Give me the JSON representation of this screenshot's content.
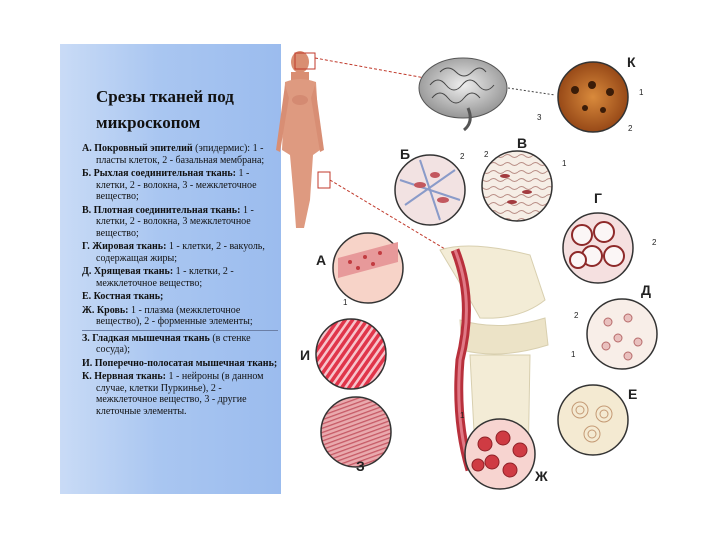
{
  "title": "Срезы тканей под микроскопом",
  "legend": [
    {
      "key": "А. Покровный эпителий",
      "desc": "(эпидермис): 1 - пласты клеток, 2 - базальная мембрана;"
    },
    {
      "key": "Б. Рыхлая соединительная ткань:",
      "desc": "1 - клетки, 2 - волокна, 3 - межклеточное вещество;"
    },
    {
      "key": "В. Плотная соединительная ткань:",
      "desc": "1 - клетки, 2 - волокна, 3 межклеточное вещество;"
    },
    {
      "key": "Г. Жировая ткань:",
      "desc": "1 - клетки, 2 - вакуоль, содержащая жиры;"
    },
    {
      "key": "Д. Хрящевая ткань:",
      "desc": "1 - клетки, 2 - межклеточное вещество;"
    },
    {
      "key": "Е. Костная ткань;",
      "desc": ""
    },
    {
      "key": "Ж. Кровь:",
      "desc": "1 - плазма (межклеточное вещество), 2 - форменные элементы;"
    },
    {
      "key": "З. Гладкая мышечная ткань",
      "desc": "(в стенке сосуда);"
    },
    {
      "key": "И. Поперечно-полосатая мышечная ткань;",
      "desc": ""
    },
    {
      "key": "К. Нервная ткань:",
      "desc": "1 - нейроны (в данном случае, клетки Пуркинье), 2 - межклеточное вещество, 3 - другие клеточные элементы."
    }
  ],
  "tissue_labels": {
    "K": "К",
    "B_cyr": "Б",
    "V": "В",
    "G": "Г",
    "A": "А",
    "D": "Д",
    "I": "И",
    "E": "Е",
    "Z": "З",
    "ZH": "Ж"
  },
  "numbers": {
    "one": "1",
    "two": "2",
    "three": "3"
  }
}
